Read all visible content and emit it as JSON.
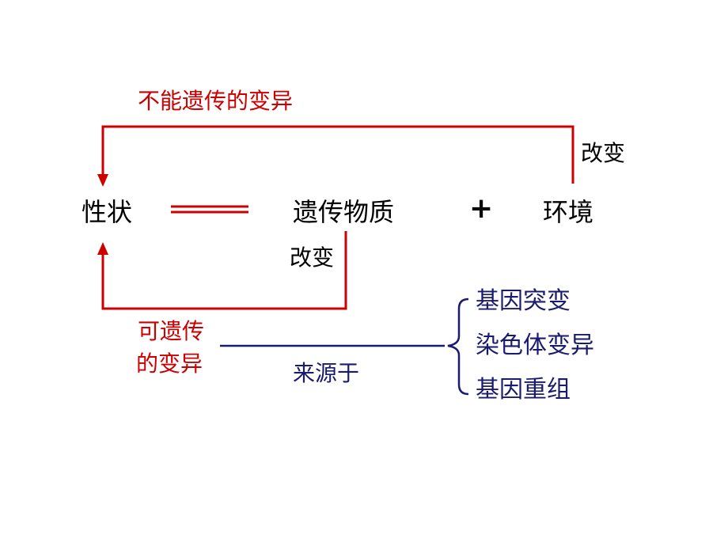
{
  "diagram": {
    "top_red_label": "不能遗传的变异",
    "env_change_label": "改变",
    "traits": "性状",
    "genetic_material": "遗传物质",
    "plus": "+",
    "environment": "环境",
    "material_change_label": "改变",
    "heritable_line1": "可遗传",
    "heritable_line2": "的变异",
    "source_label": "来源于",
    "sources": [
      "基因突变",
      "染色体变异",
      "基因重组"
    ],
    "colors": {
      "red": "#cc0000",
      "blue": "#1a1a6e",
      "black": "#000000"
    }
  }
}
